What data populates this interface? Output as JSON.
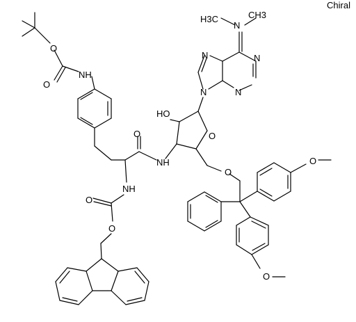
{
  "diagram": {
    "type": "chemical-structure",
    "chiral_label": "Chiral",
    "atom_labels": {
      "dimethylamino_n": "N",
      "methyl_left": "H3C",
      "methyl_right": "CH3",
      "purine_n1": "N",
      "purine_n3": "N",
      "purine_n7": "N",
      "purine_n9": "N",
      "boc_o_ester": "O",
      "boc_o_carbonyl": "O",
      "boc_nh": "NH",
      "hydroxyl": "HO",
      "amide_o": "O",
      "amide_nh": "NH",
      "ring_o": "O",
      "ether_o": "O",
      "carbamate_nh": "NH",
      "fmoc_o_carbonyl": "O",
      "fmoc_o_ester": "O",
      "methoxy_top_o": "O",
      "methoxy_bottom_o": "O"
    }
  }
}
